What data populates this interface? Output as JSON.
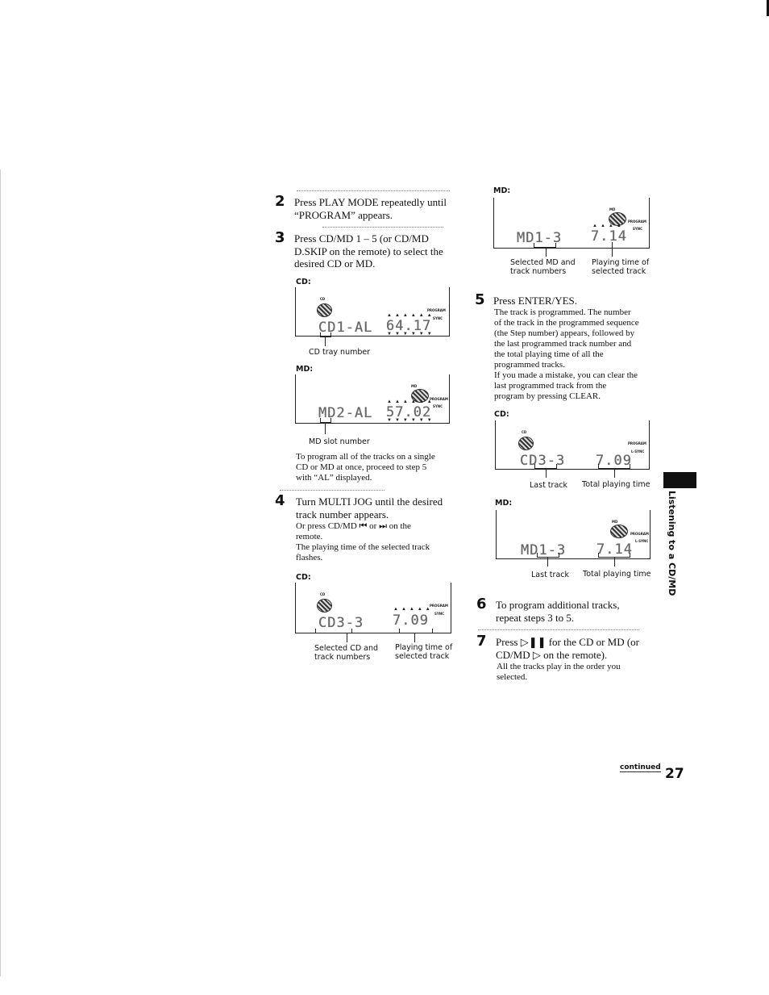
{
  "page": {
    "section_tab_label": "Listening to a CD/MD",
    "continued_label": "continued",
    "page_number": "27"
  },
  "steps": [
    {
      "number": "2",
      "text": [
        "Press PLAY MODE repeatedly until",
        "“PROGRAM” appears."
      ]
    },
    {
      "number": "3",
      "text": [
        "Press CD/MD 1 – 5 (or CD/MD",
        "D.SKIP on the remote) to select the",
        "desired CD or MD."
      ],
      "displays": [
        {
          "label": "CD:",
          "left_text": "CD1-AL",
          "time": "64.17",
          "callouts": [
            "CD tray number"
          ]
        },
        {
          "label": "MD:",
          "left_text": "MD2-AL",
          "time": "57.02",
          "callouts": [
            "MD slot number"
          ]
        }
      ],
      "note": [
        "To program all of the tracks on a single",
        "CD or MD at once, proceed to step 5",
        "with “AL” displayed."
      ]
    },
    {
      "number": "4",
      "text": [
        "Turn MULTI JOG until the desired",
        "track number appears."
      ],
      "sub": [
        "Or press CD/MD ⏮ or ⏭ on the",
        "remote.",
        "The playing time of the selected track",
        "flashes."
      ],
      "displays": [
        {
          "label": "CD:",
          "left_text": "CD3-3",
          "time": "7.09",
          "callouts": [
            "Selected CD and\ntrack numbers",
            "Playing time of\nselected track"
          ]
        },
        {
          "label": "MD:",
          "left_text": "MD1-3",
          "time": "7.14",
          "callouts": [
            "Selected MD and\ntrack numbers",
            "Playing time of\nselected track"
          ]
        }
      ]
    },
    {
      "number": "5",
      "text": [
        "Press ENTER/YES."
      ],
      "sub": [
        "The track is programmed. The number",
        "of the track in the programmed sequence",
        "(the Step number) appears, followed by",
        "the last programmed track number and",
        "the total playing time of all the",
        "programmed tracks.",
        "If you made a mistake, you can clear the",
        "last programmed track from the",
        "program by pressing CLEAR."
      ],
      "displays": [
        {
          "label": "CD:",
          "left_text": "CD3-3",
          "time": "7.09",
          "callouts": [
            "Last track",
            "Total playing time"
          ]
        },
        {
          "label": "MD:",
          "left_text": "MD1-3",
          "time": "7.14",
          "callouts": [
            "Last track",
            "Total playing time"
          ]
        }
      ]
    },
    {
      "number": "6",
      "text": [
        "To program additional tracks,",
        "repeat steps 3 to 5."
      ]
    },
    {
      "number": "7",
      "text": [
        "Press ▷❚❚ for the CD or MD (or",
        "CD/MD ▷ on the remote)."
      ],
      "sub": [
        "All the tracks play in the order you",
        "selected."
      ]
    }
  ],
  "lcd_indicators": {
    "disc_cd": "CD",
    "disc_md": "MD",
    "program": "PROGRAM",
    "sync": "SYNC",
    "lsync": "L-SYNC"
  }
}
